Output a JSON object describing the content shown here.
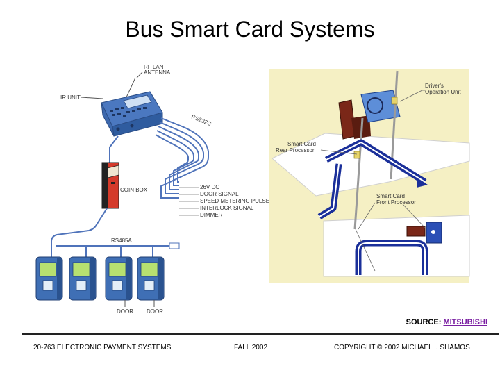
{
  "slide": {
    "title": "Bus Smart Card Systems",
    "source_prefix": "SOURCE: ",
    "source_link": "MITSUBISHI"
  },
  "diagram": {
    "labels": {
      "rf_lan_antenna_1": "RF LAN",
      "rf_lan_antenna_2": "ANTENNA",
      "ir_unit": "IR UNIT",
      "rs232c": "RS232C",
      "coin_box": "COIN BOX",
      "sig_26v": "26V DC",
      "sig_door": "DOOR SIGNAL",
      "sig_speed": "SPEED METERING PULSE",
      "sig_interlock": "INTERLOCK SIGNAL",
      "sig_dimmer": "DIMMER",
      "rs485a": "RS485A",
      "door_1": "DOOR",
      "door_2": "DOOR",
      "drivers_unit_1": "Driver's",
      "drivers_unit_2": "Operation Unit",
      "rear_proc_1": "Smart Card",
      "rear_proc_2": "Rear Processor",
      "front_proc_1": "Smart Card",
      "front_proc_2": "Front Processor"
    },
    "colors": {
      "device_blue": "#3f6fb5",
      "wire_blue": "#4f73ba",
      "flow_blue": "#1a2f9a",
      "panel_bg": "#f5f0c4",
      "coin_red": "#d43a2a"
    }
  },
  "footer": {
    "course": "20-763 ELECTRONIC PAYMENT SYSTEMS",
    "term": "FALL 2002",
    "copyright": "COPYRIGHT © 2002 MICHAEL I. SHAMOS"
  }
}
